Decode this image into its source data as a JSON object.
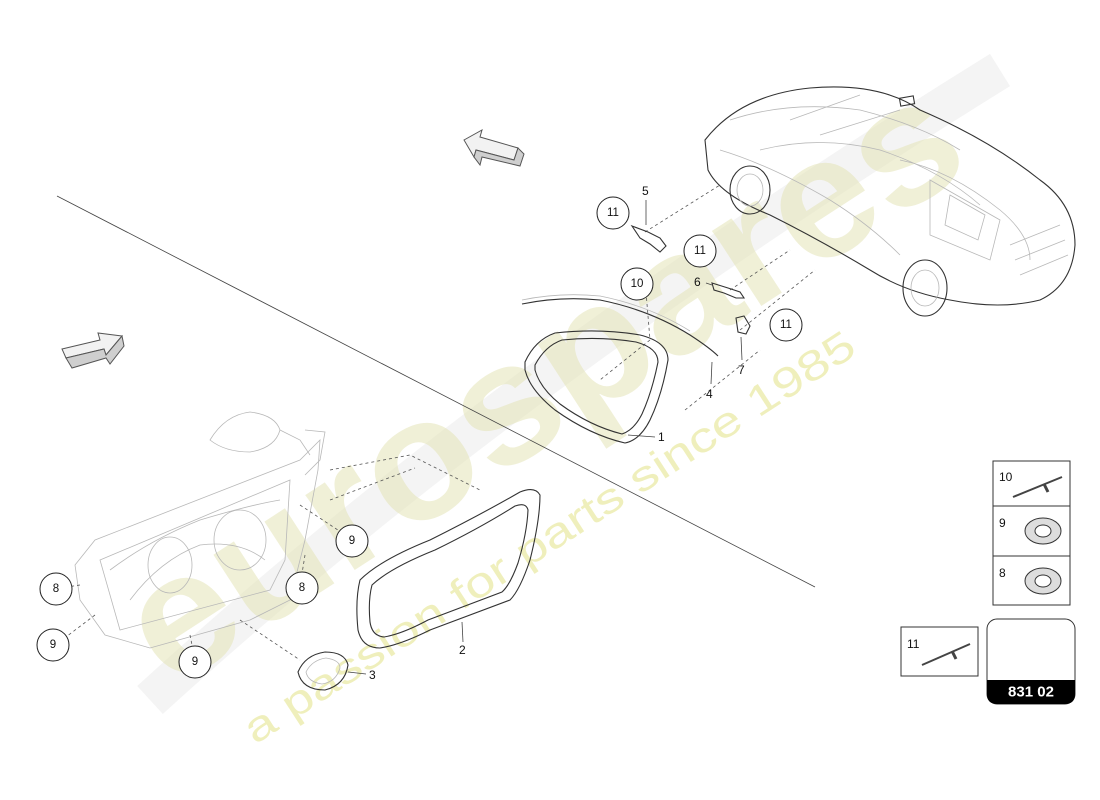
{
  "watermark": {
    "brand": "eurospares",
    "tagline": "a passion for parts since 1985"
  },
  "callouts": {
    "c1": "1",
    "c2": "2",
    "c3": "3",
    "c4": "4",
    "c5": "5",
    "c6": "6",
    "c7": "7",
    "circle_11_top": "11",
    "circle_11_mid": "11",
    "circle_11_right": "11",
    "circle_10": "10",
    "circle_9_center": "9",
    "circle_9_left": "9",
    "circle_9_bottom": "9",
    "circle_8_left": "8",
    "circle_8_center": "8"
  },
  "legend": {
    "items": [
      {
        "label": "10",
        "icon": "rivet-icon"
      },
      {
        "label": "9",
        "icon": "grommet-icon"
      },
      {
        "label": "8",
        "icon": "grommet-icon"
      }
    ],
    "extra": {
      "label": "11",
      "icon": "rivet-icon"
    }
  },
  "diagram_code": "831 02",
  "colors": {
    "badge": "#000000",
    "watermark": "#e4e4b8",
    "lines": "#333333"
  }
}
